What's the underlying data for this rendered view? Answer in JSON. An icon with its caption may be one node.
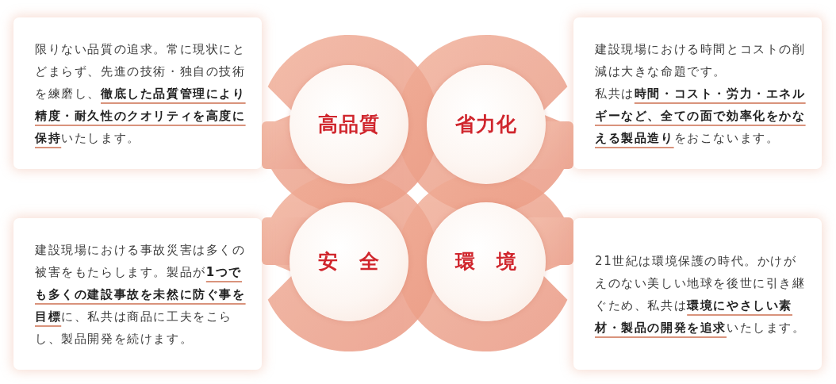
{
  "diagram": {
    "nodes": [
      {
        "text": [
          "限りない品質の追求。常に現状にとどまらず、先進の技術・独自の技術を練磨し、**徹底した品質管理により精度・耐久性のクオリティを高度に保持**いたします。"
        ]
      },
      {
        "text": [
          "高品質"
        ]
      },
      {
        "text": [
          "省力化"
        ]
      },
      {
        "text": [
          "建設現場における時間とコストの削減は大きな命題です。",
          "私共は**時間・コスト・労力・エネルギーなど、全ての面で効率化をかなえる製品造り**をおこないます。"
        ]
      },
      {
        "text": [
          "建設現場における事故災害は多くの被害をもたらします。製品が**1つでも多くの建設事故を未然に防ぐ事を目標**に、私共は商品に工夫をこらし、製品開発を続けます。"
        ]
      },
      {
        "text": [
          "安　全"
        ]
      },
      {
        "text": [
          "環　境"
        ]
      },
      {
        "text": [
          "21世紀は環境保護の時代。かけがえのない美しい地球を後世に引き継ぐため、私共は**環境にやさしい素材・製品の開発を追求**いたします。"
        ]
      }
    ]
  }
}
